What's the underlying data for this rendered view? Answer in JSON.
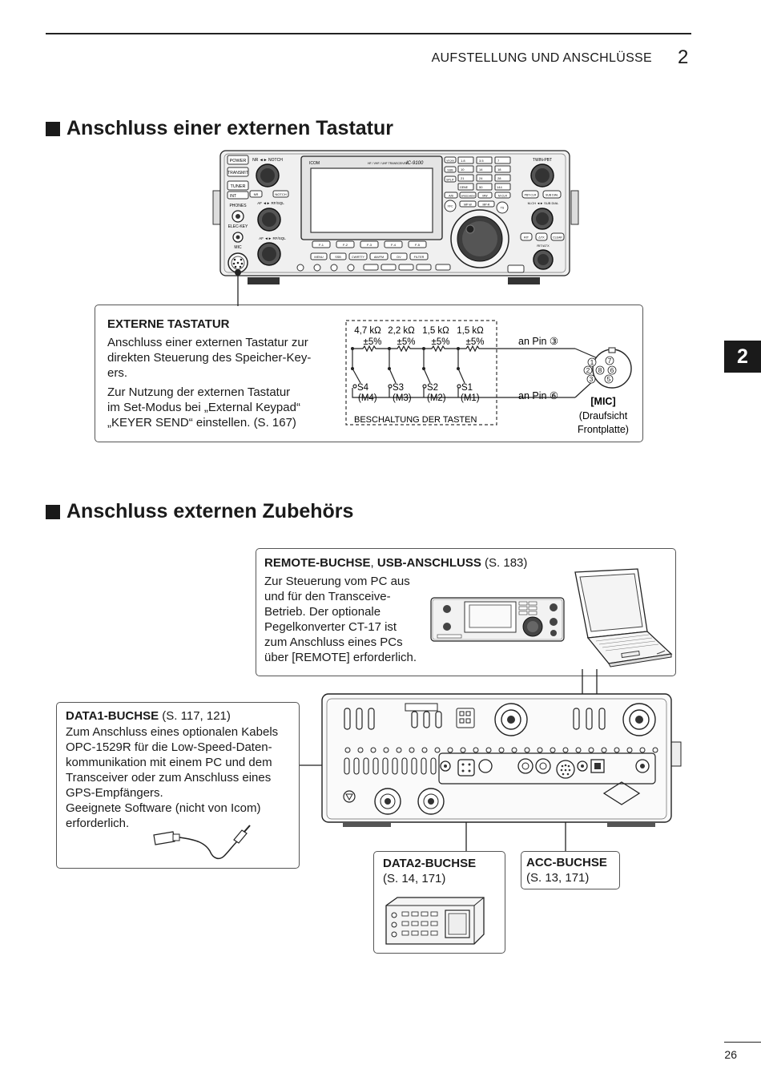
{
  "header": {
    "running_head": "AUFSTELLUNG UND ANSCHLÜSSE",
    "chapter_number": "2",
    "chapter_tab": "2"
  },
  "section1": {
    "title": "Anschluss einer externen Tastatur",
    "box": {
      "heading": "EXTERNE TASTATUR",
      "para1_lines": [
        "Anschluss einer externen Tastatur zur",
        "direkten Steuerung des Speicher-Key-",
        "ers."
      ],
      "para2_lines": [
        "Zur Nutzung der externen Tastatur",
        "im Set-Modus bei „External Keypad“",
        "„KEYER SEND“ einstellen. (S. 167)"
      ]
    },
    "circuit": {
      "resistors": [
        "4,7 kΩ",
        "2,2 kΩ",
        "1,5 kΩ",
        "1,5 kΩ"
      ],
      "tolerance": "±5%",
      "switches": [
        "S4",
        "S3",
        "S2",
        "S1"
      ],
      "memories": [
        "(M4)",
        "(M3)",
        "(M2)",
        "(M1)"
      ],
      "caption": "BESCHALTUNG DER TASTEN",
      "pin3": "an Pin ③",
      "pin6": "an Pin ⑥",
      "mic_label": "[MIC]",
      "mic_note_lines": [
        "(Draufsicht",
        "Frontplatte)"
      ],
      "pin_numbers": [
        "1",
        "7",
        "2",
        "8",
        "6",
        "3",
        "5"
      ]
    },
    "radio_front": {
      "brand": "ICOM",
      "model": "IC-9100",
      "subtitle": "HF / VHF / UHF TRANSCEIVER",
      "left_buttons": [
        "POWER",
        "TRANSMIT",
        "TUNER",
        "INT"
      ],
      "left_labels": [
        "PHONES",
        "ELEC-KEY",
        "MIC"
      ],
      "knob_labels": [
        "NR ◄► NOTCH",
        "AF ◄► RF/SQL",
        "AF ◄► RF/SQL"
      ],
      "function_keys": [
        "F-1",
        "F-2",
        "F-3",
        "F-4",
        "F-5"
      ],
      "bottom_buttons": [
        "MENU",
        "SSB",
        "CW/RTTY",
        "AM/FM",
        "DV",
        "FILTER"
      ],
      "right_labels": [
        "TWIN-PBT",
        "M-CH ◄► SUB DIAL",
        "RIT/ΔTX"
      ],
      "right_buttons": [
        "PBT-CLR",
        "SUB DIAL",
        "RIT",
        "ΔTX",
        "CLEAR"
      ],
      "keypad": [
        "1.8",
        "3.5",
        "7",
        "10",
        "14",
        "18",
        "21",
        "24",
        "28",
        "GENE",
        "50",
        "144"
      ],
      "memory_buttons": [
        "A/B",
        "SPEEDMEM",
        "MW",
        "M-CLR",
        "MP-W",
        "MP-R",
        "XFC",
        "TS"
      ],
      "left_side_keys": [
        "VFO/M",
        "SUB",
        "SPLIT"
      ]
    }
  },
  "section2": {
    "title": "Anschluss externen Zubehörs",
    "remote_box": {
      "heading_bold": "REMOTE-BUCHSE",
      "heading_sep": ", ",
      "heading_bold2": "USB-ANSCHLUSS",
      "heading_ref": " (S. 183)",
      "lines": [
        "Zur Steuerung vom PC aus",
        "und für den Transceive-",
        "Betrieb. Der optionale",
        "Pegelkonverter CT-17 ist",
        "zum Anschluss eines PCs",
        "über [REMOTE] erforderlich."
      ]
    },
    "data1_box": {
      "heading_bold": "DATA1-BUCHSE",
      "heading_ref": " (S. 117, 121)",
      "lines": [
        "Zum Anschluss eines optionalen Kabels",
        "OPC-1529R für die Low-Speed-Daten-",
        "kommunikation mit einem PC und dem",
        "Transceiver oder zum Anschluss eines",
        "GPS-Empfängers.",
        "Geeignete Software (nicht von Icom)",
        "erforderlich."
      ]
    },
    "data2_box": {
      "heading": "DATA2-BUCHSE",
      "ref": "(S. 14, 171)"
    },
    "acc_box": {
      "heading": "ACC-BUCHSE",
      "ref": "(S. 13, 171)"
    }
  },
  "footer": {
    "page_number": "26"
  }
}
